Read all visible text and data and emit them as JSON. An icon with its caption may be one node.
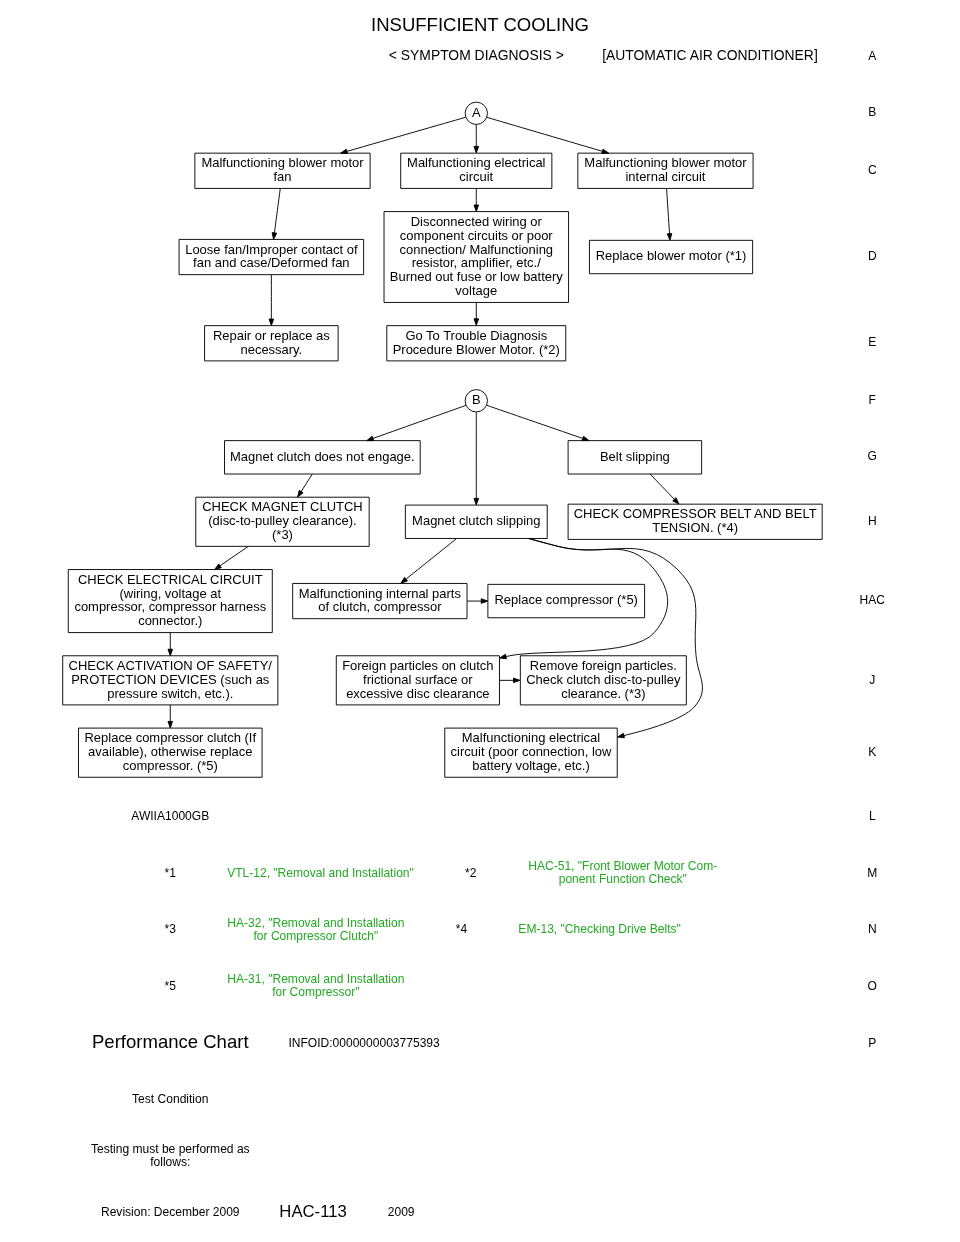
{
  "diagram": {
    "title": "INSUFFICIENT COOLING",
    "nodes": [
      {
        "text": [
          "A"
        ]
      },
      {
        "text": [
          "Malfunctioning blower motor fan"
        ]
      },
      {
        "text": [
          "Malfunctioning electrical circuit"
        ]
      },
      {
        "text": [
          "Malfunctioning blower motor internal circuit"
        ]
      },
      {
        "text": [
          "Loose fan/Improper contact of fan and case/Deformed fan"
        ]
      },
      {
        "text": [
          "Disconnected wiring or component circuits or poor connection/ Malfunctioning resistor, amplifier, etc./ Burned out fuse or low battery voltage"
        ]
      },
      {
        "text": [
          "Replace blower motor (*1)"
        ]
      },
      {
        "text": [
          "Repair or replace as necessary."
        ]
      },
      {
        "text": [
          "Go To Trouble Diagnosis Procedure Blower Motor. (*2)"
        ]
      },
      {
        "text": [
          "B"
        ]
      },
      {
        "text": [
          "Magnet clutch does not engage."
        ]
      },
      {
        "text": [
          "Magnet clutch slipping"
        ]
      },
      {
        "text": [
          "Belt slipping"
        ]
      },
      {
        "text": [
          "CHECK MAGNET CLUTCH",
          "(disc-to-pulley clearance). (*3)"
        ]
      },
      {
        "text": [
          "CHECK COMPRESSOR BELT AND BELT TENSION. (*4)"
        ]
      },
      {
        "text": [
          "CHECK ELECTRICAL CIRCUIT",
          "(wiring, voltage at compressor, compressor harness connector.)"
        ]
      },
      {
        "text": [
          "CHECK ACTIVATION OF SAFETY/ PROTECTION DEVICES (such as pressure switch, etc.)."
        ]
      },
      {
        "text": [
          "Malfunctioning internal parts of clutch, compressor"
        ]
      },
      {
        "text": [
          "Replace compressor (*5)"
        ]
      },
      {
        "text": [
          "Replace compressor clutch (If available), otherwise replace compressor. (*5)"
        ]
      },
      {
        "text": [
          "Foreign particles on clutch frictional surface or excessive disc clearance"
        ]
      },
      {
        "text": [
          "Remove foreign particles. Check clutch disc-to-pulley clearance. (*3)"
        ]
      },
      {
        "text": [
          "Malfunctioning electrical circuit (poor connection, low battery voltage, etc.)"
        ]
      }
    ],
    "edges": [
      {
        "from": 0,
        "to": 1,
        "arrow": "to"
      },
      {
        "from": 0,
        "to": 2,
        "arrow": "to"
      },
      {
        "from": 0,
        "to": 3,
        "arrow": "to"
      },
      {
        "from": 1,
        "to": 4,
        "arrow": "to"
      },
      {
        "from": 4,
        "to": 7,
        "arrow": "to"
      },
      {
        "from": 2,
        "to": 5,
        "arrow": "to"
      },
      {
        "from": 5,
        "to": 8,
        "arrow": "to"
      },
      {
        "from": 3,
        "to": 6,
        "arrow": "to"
      },
      {
        "from": 9,
        "to": 10,
        "arrow": "to"
      },
      {
        "from": 9,
        "to": 11,
        "arrow": "to"
      },
      {
        "from": 9,
        "to": 12,
        "arrow": "to"
      },
      {
        "from": 10,
        "to": 13,
        "arrow": "to"
      },
      {
        "from": 13,
        "to": 15,
        "arrow": "to"
      },
      {
        "from": 15,
        "to": 16,
        "arrow": "to"
      },
      {
        "from": 16,
        "to": 19,
        "arrow": "to"
      },
      {
        "from": 12,
        "to": 14,
        "arrow": "to"
      },
      {
        "from": 11,
        "to": 17,
        "arrow": "to"
      },
      {
        "from": 11,
        "to": 20,
        "arrow": "to"
      },
      {
        "from": 11,
        "to": 22,
        "arrow": "to"
      },
      {
        "from": 17,
        "to": 18,
        "arrow": "to"
      },
      {
        "from": 20,
        "to": 21,
        "arrow": "to"
      }
    ],
    "labels": [
      "< SYMPTOM DIAGNOSIS >",
      "[AUTOMATIC AIR CONDITIONER]",
      "A",
      "B",
      "C",
      "D",
      "E",
      "F",
      "G",
      "H",
      "HAC",
      "J",
      "K",
      "L",
      "M",
      "N",
      "O",
      "P",
      "AWIIA1000GB",
      "*1",
      "VTL-12, \"Removal and Installation\"",
      "*2",
      "HAC-51, \"Front Blower Motor Com- ponent Function Check\"",
      "*3",
      "HA-32, \"Removal and Installation for Compressor Clutch\"",
      "*4",
      "EM-13, \"Checking Drive Belts\"",
      "*5",
      "HA-31, \"Removal and Installation for Compressor\"",
      "Performance Chart",
      "INFOID:0000000003775393",
      "Test Condition",
      "Testing must be performed as follows:",
      "Revision: December 2009",
      "HAC-113",
      "2009"
    ]
  }
}
